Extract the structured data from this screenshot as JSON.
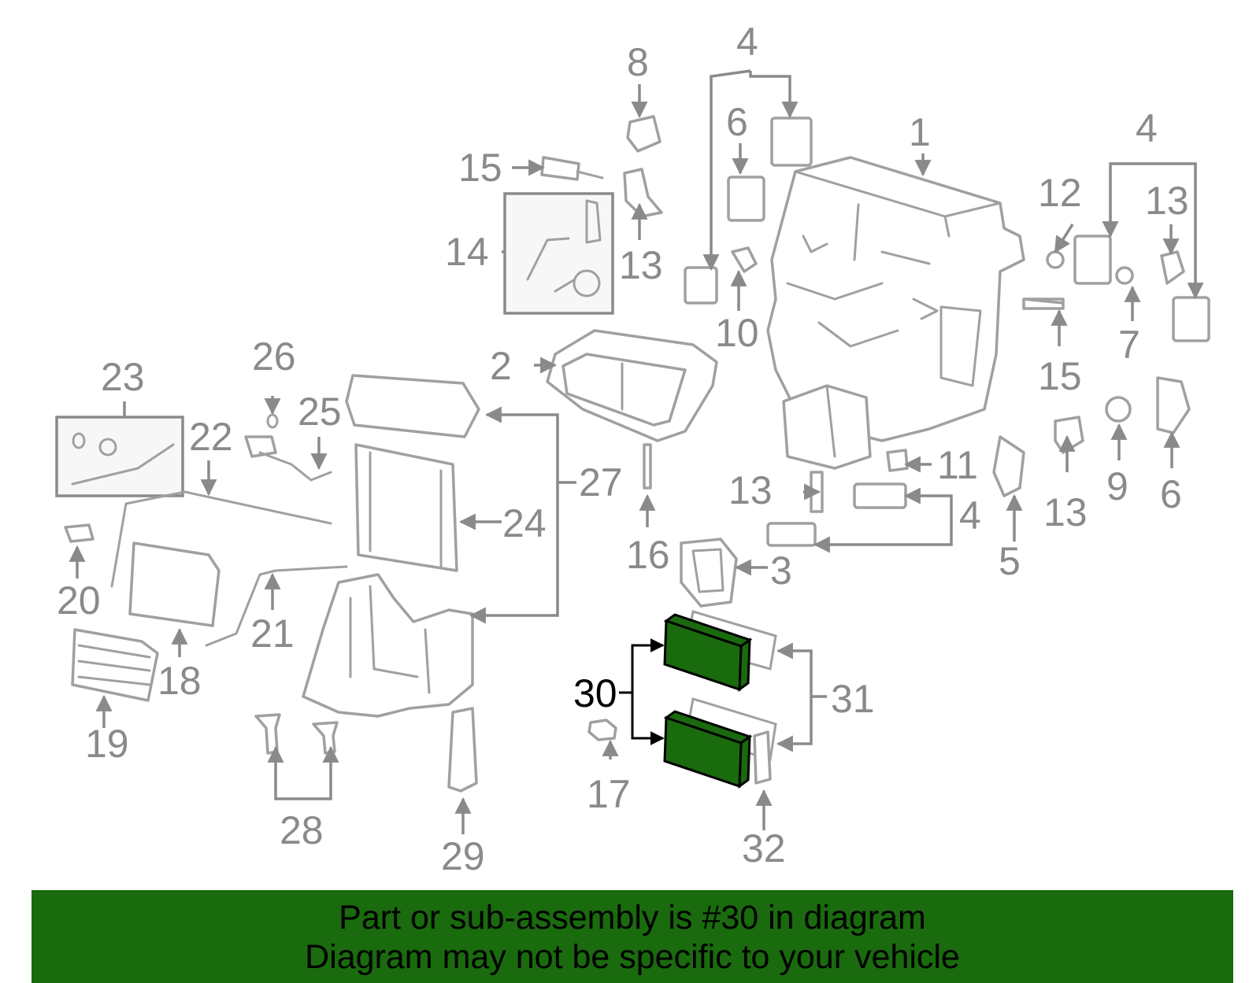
{
  "callouts": {
    "c1": "1",
    "c2": "2",
    "c3": "3",
    "c4a": "4",
    "c4b": "4",
    "c4c": "4",
    "c5": "5",
    "c6a": "6",
    "c6b": "6",
    "c7": "7",
    "c8": "8",
    "c9": "9",
    "c10": "10",
    "c11": "11",
    "c12": "12",
    "c13a": "13",
    "c13b": "13",
    "c13c": "13",
    "c13d": "13",
    "c14": "14",
    "c15a": "15",
    "c15b": "15",
    "c16": "16",
    "c17": "17",
    "c18": "18",
    "c19": "19",
    "c20": "20",
    "c21": "21",
    "c22": "22",
    "c23": "23",
    "c24": "24",
    "c25": "25",
    "c26": "26",
    "c27": "27",
    "c28": "28",
    "c29": "29",
    "c30": "30",
    "c31": "31",
    "c32": "32"
  },
  "highlight": {
    "color": "#1a6a0e",
    "part_number": "30"
  },
  "banner": {
    "line1": "Part or sub-assembly is #30 in diagram",
    "line2": "Diagram may not be specific to your vehicle",
    "background": "#1a6a0e"
  }
}
